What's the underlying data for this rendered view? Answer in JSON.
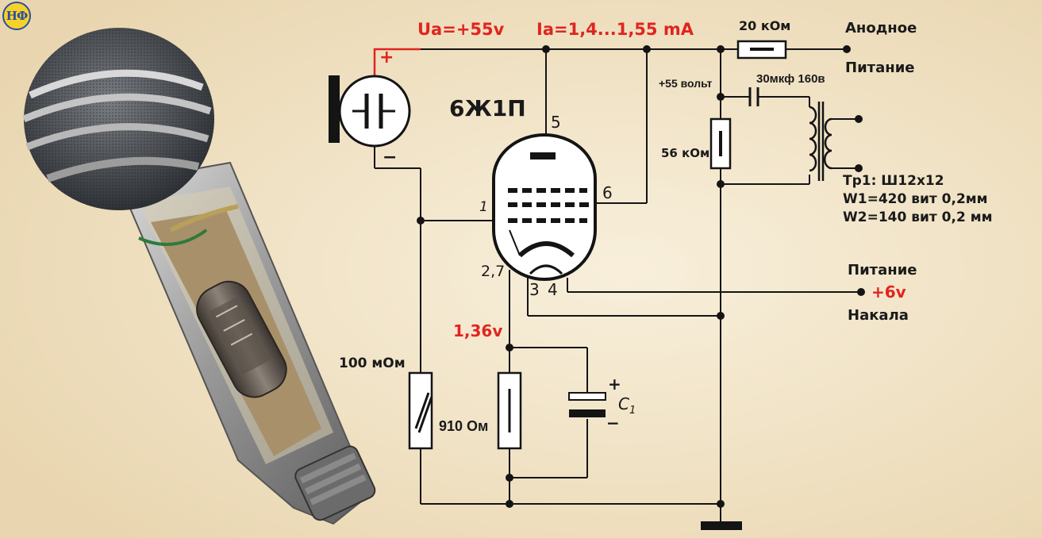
{
  "logo": {
    "text": "НФ"
  },
  "schematic": {
    "tube_name": "6Ж1П",
    "anode_voltage": "Ua=+55v",
    "anode_current": "Ia=1,4...1,55 mA",
    "r_anode_feed": "20 кОм",
    "anode_supply_line1": "Анодное",
    "anode_supply_line2": "Питание",
    "node_voltage": "+55 вольт",
    "cap_coupling": "30мкф 160в",
    "r_plate": "56 кОм",
    "transformer_line1": "Тр1: Ш12х12",
    "transformer_line2": "W1=420 вит 0,2мм",
    "transformer_line3": "W2=140 вит 0,2 мм",
    "pin_5": "5",
    "pin_6": "6",
    "pin_1": "1",
    "pin_27": "2,7",
    "pin_3": "3",
    "pin_4": "4",
    "heater_line1": "Питание",
    "heater_voltage": "+6v",
    "heater_line3": "Накала",
    "cathode_voltage": "1,36v",
    "r_grid": "100 мОм",
    "r_cathode": "910 Ом",
    "cap_cathode": "C",
    "cap_cathode_sub": "1",
    "capsule_plus": "+",
    "capsule_minus": "−",
    "c1_plus": "+",
    "c1_minus": "−"
  },
  "colors": {
    "background": "#f3e6cc",
    "wire": "#141414",
    "highlight": "#e0251f"
  }
}
